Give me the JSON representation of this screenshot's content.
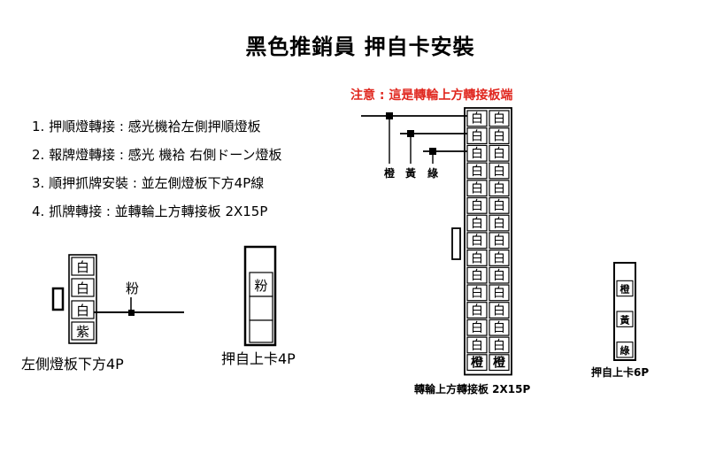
{
  "title": "黑色推銷員 押自卡安裝",
  "notice": "注意 : 這是轉輪上方轉接板端",
  "steps": [
    "1. 押順燈轉接 : 感光機袷左側押順燈板",
    "2. 報牌燈轉接 : 感光 機袷 右側ドーン燈板",
    "3. 順押抓牌安裝 : 並左側燈板下方4P線",
    "4. 抓牌轉接 : 並轉輪上方轉接板 2X15P"
  ],
  "left_connector": {
    "caption": "左側燈板下方4P",
    "cells": [
      "白",
      "白",
      "白",
      "紫"
    ],
    "wire_label": "粉"
  },
  "card_4p": {
    "caption": "押自上卡4P",
    "cells": [
      "粉",
      "",
      "",
      ""
    ]
  },
  "board_2x15p": {
    "caption": "轉輪上方轉接板 2X15P",
    "rows": [
      [
        "白",
        "白"
      ],
      [
        "白",
        "白"
      ],
      [
        "白",
        "白"
      ],
      [
        "白",
        "白"
      ],
      [
        "白",
        "白"
      ],
      [
        "白",
        "白"
      ],
      [
        "白",
        "白"
      ],
      [
        "白",
        "白"
      ],
      [
        "白",
        "白"
      ],
      [
        "白",
        "白"
      ],
      [
        "白",
        "白"
      ],
      [
        "白",
        "白"
      ],
      [
        "白",
        "白"
      ],
      [
        "白",
        "白"
      ],
      [
        "橙",
        "橙"
      ]
    ],
    "wire_labels": [
      "橙",
      "黃",
      "綠"
    ]
  },
  "card_6p": {
    "caption": "押自上卡6P",
    "cells": [
      "",
      "橙",
      "",
      "黃",
      "",
      "綠"
    ]
  }
}
